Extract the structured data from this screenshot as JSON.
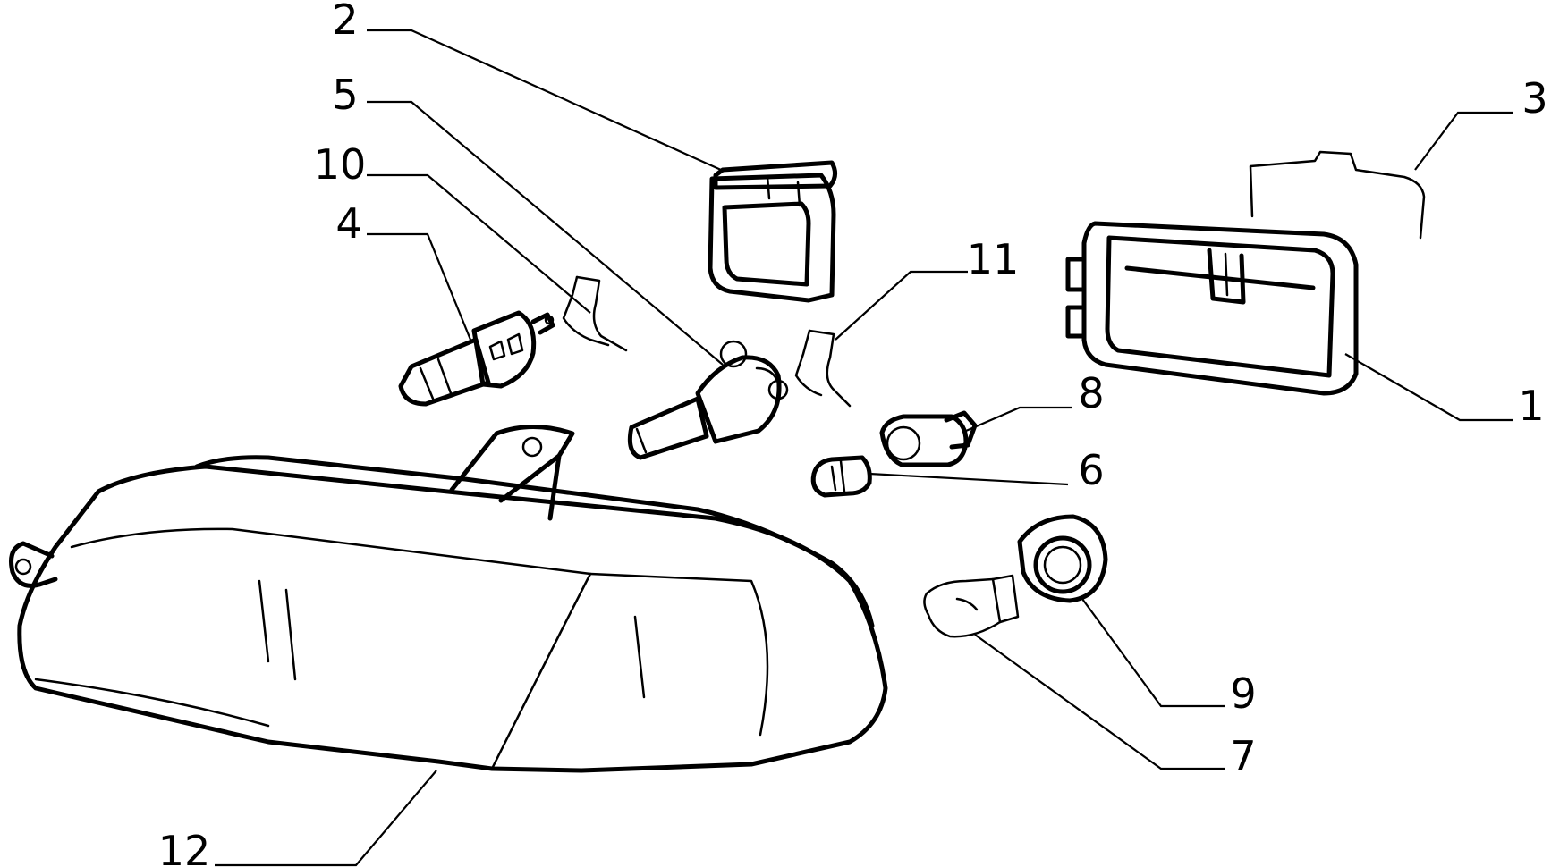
{
  "diagram": {
    "callouts": {
      "c1": "1",
      "c2": "2",
      "c3": "3",
      "c4": "4",
      "c5": "5",
      "c6": "6",
      "c7": "7",
      "c8": "8",
      "c9": "9",
      "c10": "10",
      "c11": "11",
      "c12": "12"
    },
    "colors": {
      "ink": "#000000",
      "paper": "#ffffff"
    }
  }
}
